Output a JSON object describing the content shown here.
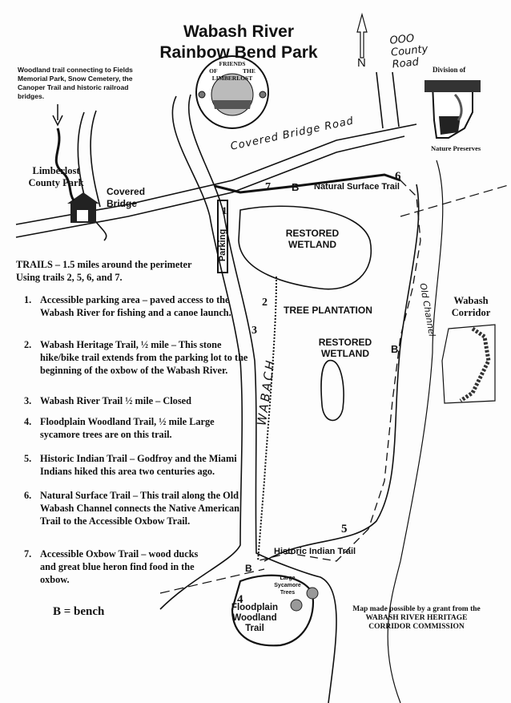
{
  "title": {
    "line1": "Wabash River",
    "line2": "Rainbow Bend Park"
  },
  "north": {
    "letter": "N",
    "road": "OOO County Road"
  },
  "logo_text": "FRIENDS OF THE LIMBERLOST",
  "division_logo": {
    "top": "Division of",
    "bottom": "Nature Preserves"
  },
  "woodland_note": "Woodland trail connecting to Fields Memorial Park, Snow Cemetery, the Canoper Trail and historic railroad bridges.",
  "labels": {
    "limberlost": "Limberlost County Park",
    "covered_bridge": "Covered Bridge",
    "covered_bridge_road": "Covered Bridge Road",
    "natural_surface_trail": "Natural Surface Trail",
    "restored_wetland_1": "RESTORED WETLAND",
    "tree_plantation": "TREE PLANTATION",
    "restored_wetland_2": "RESTORED WETLAND",
    "wabash_corridor": "Wabash Corridor",
    "parking": "Parking",
    "river": "WABACH",
    "channel": "Old Channel",
    "historic_indian_trail": "Historic Indian Trail",
    "sycamore": "Large Sycamore Trees",
    "floodplain": "Floodplain Woodland Trail",
    "num_1": "1",
    "num_2": "2",
    "num_3": "3",
    "num_4": "4",
    "num_5": "5",
    "num_6": "6",
    "num_7": "7",
    "bench": "B"
  },
  "trails_header": {
    "line1": "TRAILS – 1.5 miles around the perimeter",
    "line2": "Using trails 2, 5, 6, and 7."
  },
  "trails": [
    {
      "num": "1.",
      "text": "Accessible parking area – paved access to the Wabash River for fishing and a canoe launch."
    },
    {
      "num": "2.",
      "text": "Wabash Heritage Trail, ½ mile – This stone hike/bike trail extends from the parking lot to the beginning of the oxbow of the Wabash River."
    },
    {
      "num": "3.",
      "text": "Wabash River Trail ½ mile – Closed"
    },
    {
      "num": "4.",
      "text": "Floodplain Woodland Trail, ½ mile Large sycamore trees are on this trail."
    },
    {
      "num": "5.",
      "text": "Historic Indian Trail – Godfroy and the Miami Indians hiked this area two centuries ago."
    },
    {
      "num": "6.",
      "text": "Natural Surface Trail – This trail along the Old Wabash Channel connects the Native American Trail to the Accessible Oxbow Trail."
    },
    {
      "num": "7.",
      "text": "Accessible Oxbow Trail – wood ducks and great blue heron find food in the oxbow."
    }
  ],
  "bench_legend": "B = bench",
  "credit": {
    "line1": "Map made possible by a grant from the",
    "line2": "WABASH RIVER HERITAGE",
    "line3": "CORRIDOR COMMISSION"
  }
}
